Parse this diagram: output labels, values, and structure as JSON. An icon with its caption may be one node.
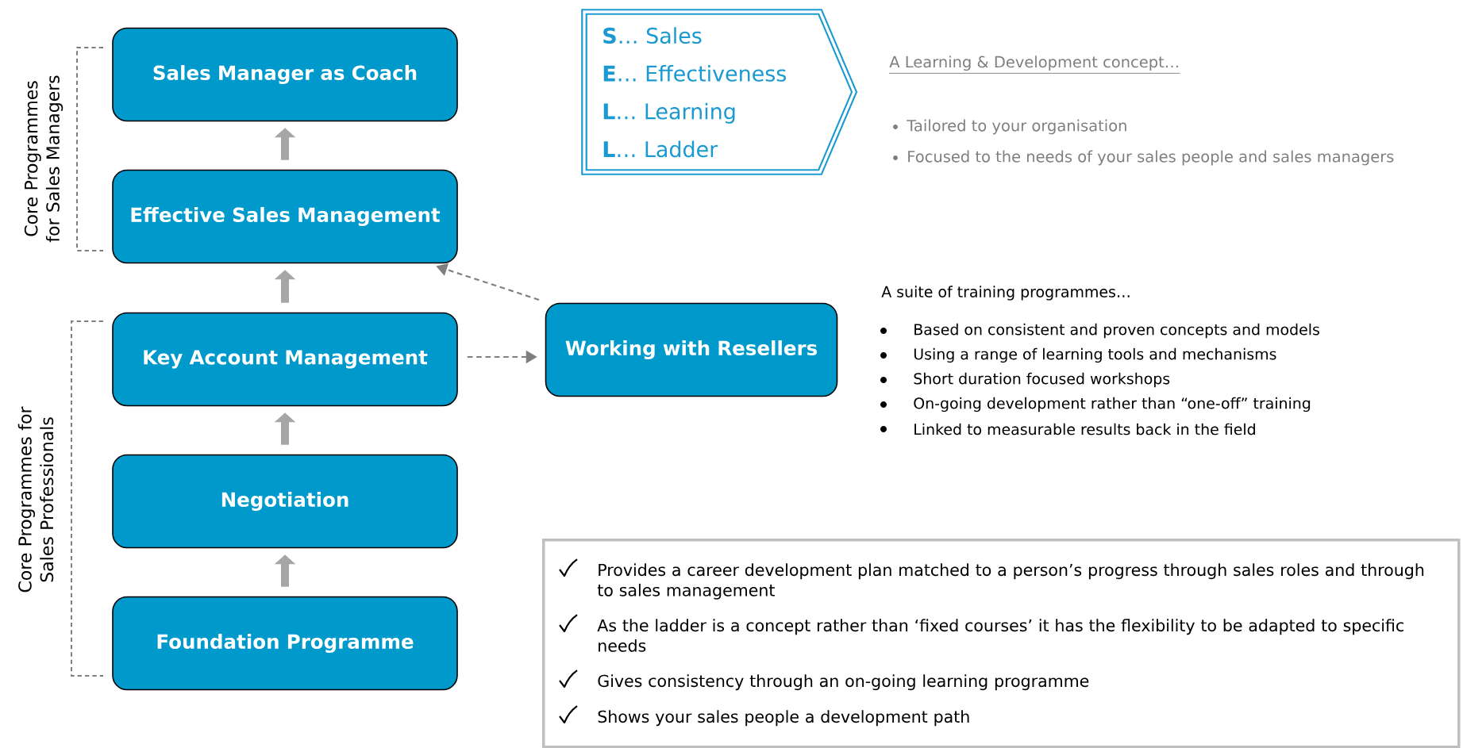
{
  "diagram": {
    "nodes": [
      {
        "text": [
          "Sales Manager as Coach"
        ]
      },
      {
        "text": [
          "Effective Sales Management"
        ]
      },
      {
        "text": [
          "Key Account Management"
        ]
      },
      {
        "text": [
          "Negotiation"
        ]
      },
      {
        "text": [
          "Foundation Programme"
        ]
      },
      {
        "text": [
          "Working with Resellers"
        ]
      },
      {
        "text": [
          "**S**… Sales",
          "**E**… Effectiveness",
          "**L**… Learning",
          "**L**… Ladder"
        ]
      },
      {
        "text": [
          "Provides a career development plan matched to a person’s progress through sales roles and through to sales management",
          "As the ladder is a concept rather than ‘fixed courses’ it has the flexibility to be adapted to specific needs",
          "Gives consistency through an on-going learning programme",
          "Shows your sales people a development path"
        ]
      }
    ],
    "edges": [
      {
        "from": 4,
        "to": 3,
        "arrow": "to"
      },
      {
        "from": 3,
        "to": 2,
        "arrow": "to"
      },
      {
        "from": 2,
        "to": 1,
        "arrow": "to"
      },
      {
        "from": 1,
        "to": 0,
        "arrow": "to"
      },
      {
        "from": 2,
        "to": 5,
        "arrow": "to",
        "style": "dashed"
      },
      {
        "from": 5,
        "to": 1,
        "arrow": "to",
        "style": "dashed"
      }
    ],
    "labels": [
      "Core Programmes for Sales Managers",
      "Core Programmes for Sales Professionals",
      "A Learning & Development concept…",
      "Tailored to your organisation",
      "Focused to the needs of your sales people and sales managers",
      "A suite of training programmes…",
      "Based on consistent and proven concepts and models",
      "Using a range of learning tools and mechanisms",
      "Short duration focused workshops",
      "On-going development rather than “one-off” training",
      "Linked to measurable results back in the field"
    ]
  }
}
